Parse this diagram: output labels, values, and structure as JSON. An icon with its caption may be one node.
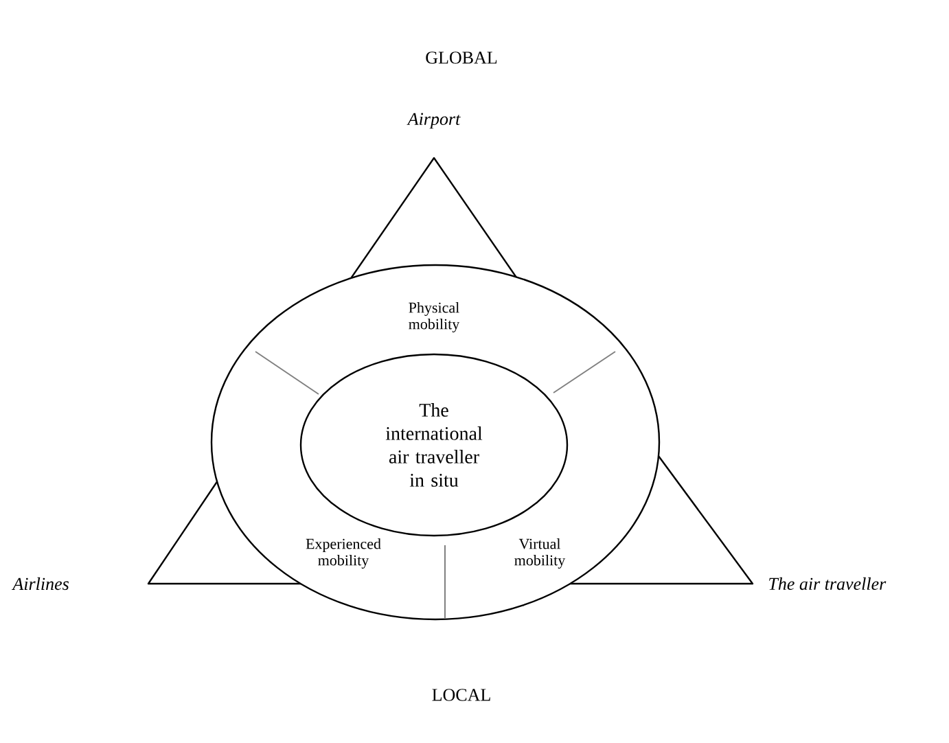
{
  "diagram": {
    "nodes": [
      {
        "text": [
          "Airport"
        ]
      },
      {
        "text": [
          "Airlines"
        ]
      },
      {
        "text": [
          "The air traveller"
        ]
      },
      {
        "text": [
          "Physical mobility",
          "Experienced mobility",
          "Virtual mobility"
        ]
      },
      {
        "text": [
          "The international air traveller in situ"
        ],
        "in": 3
      }
    ],
    "labels": [
      "GLOBAL",
      "LOCAL"
    ]
  }
}
